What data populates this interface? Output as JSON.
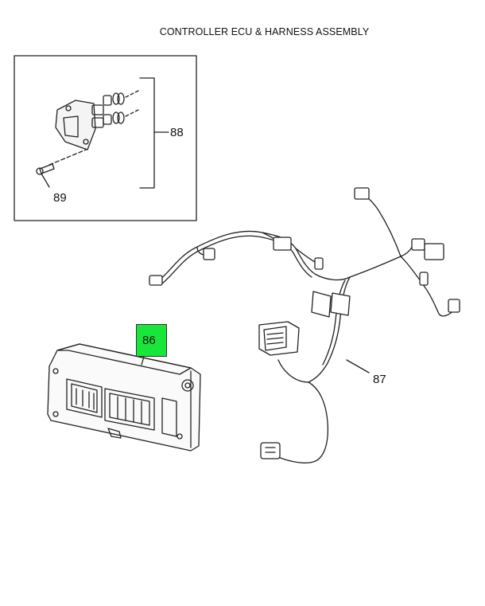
{
  "diagram": {
    "title": "CONTROLLER ECU & HARNESS ASSEMBLY",
    "callouts": {
      "injector_bracket": "88",
      "bolt": "89",
      "ecu": "86",
      "harness": "87"
    },
    "colors": {
      "highlight": "#18e63a",
      "line": "#222222",
      "background": "#ffffff"
    }
  }
}
